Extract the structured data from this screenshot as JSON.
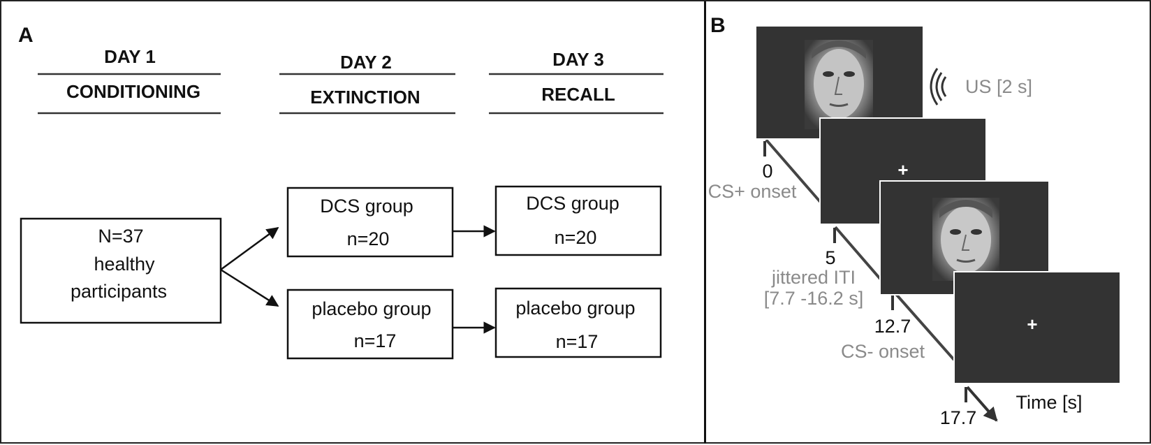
{
  "panel_a": {
    "letter": "A",
    "days": [
      {
        "day": "DAY 1",
        "phase": "CONDITIONING"
      },
      {
        "day": "DAY 2",
        "phase": "EXTINCTION"
      },
      {
        "day": "DAY 3",
        "phase": "RECALL"
      }
    ],
    "start_box": {
      "line1": "N=37",
      "line2": "healthy",
      "line3": "participants"
    },
    "day2_boxes": [
      {
        "group": "DCS group",
        "n": "n=20"
      },
      {
        "group": "placebo group",
        "n": "n=17"
      }
    ],
    "day3_boxes": [
      {
        "group": "DCS group",
        "n": "n=20"
      },
      {
        "group": "placebo group",
        "n": "n=17"
      }
    ]
  },
  "panel_b": {
    "letter": "B",
    "us_label": "US [2 s]",
    "fixation_symbol": "+",
    "timeline": [
      {
        "time": "0",
        "label": "CS+ onset"
      },
      {
        "time": "5",
        "label": "jittered ITI",
        "label2": "[7.7 -16.2 s]"
      },
      {
        "time": "12.7",
        "label": "CS- onset"
      },
      {
        "time": "17.7",
        "label": ""
      }
    ],
    "axis_label": "Time [s]"
  },
  "colors": {
    "screen": "#333333",
    "gray_text": "#8a8a8a",
    "line": "#111111"
  },
  "icons": {
    "us": "sound-waves-icon",
    "face_1": "face-photo",
    "face_2": "face-photo"
  }
}
